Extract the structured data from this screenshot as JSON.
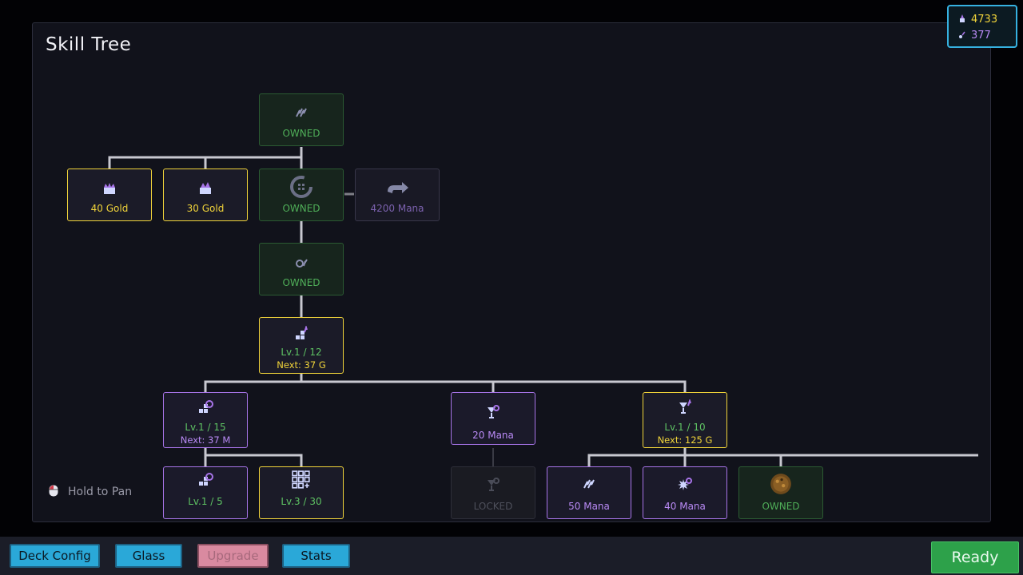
{
  "panel": {
    "title": "Skill Tree"
  },
  "currency": {
    "gold": "4733",
    "mana": "377"
  },
  "hint": {
    "text": "Hold to Pan"
  },
  "nodes": {
    "root": {
      "l1": "OWNED"
    },
    "n_40gold": {
      "l1": "40 Gold"
    },
    "n_30gold": {
      "l1": "30 Gold"
    },
    "n_refresh": {
      "l1": "OWNED"
    },
    "n_4200mana": {
      "l1": "4200 Mana"
    },
    "n_owned3": {
      "l1": "OWNED"
    },
    "n_lv12": {
      "l1": "Lv.1 / 12",
      "l2": "Next: 37 G"
    },
    "n_lv15": {
      "l1": "Lv.1 / 15",
      "l2": "Next: 37 M"
    },
    "n_20mana": {
      "l1": "20 Mana"
    },
    "n_lv10": {
      "l1": "Lv.1 / 10",
      "l2": "Next: 125 G"
    },
    "n_lv5": {
      "l1": "Lv.1 / 5"
    },
    "n_lv30": {
      "l1": "Lv.3 / 30"
    },
    "n_locked": {
      "l1": "LOCKED"
    },
    "n_50mana": {
      "l1": "50 Mana"
    },
    "n_40mana": {
      "l1": "40 Mana"
    },
    "n_owned4": {
      "l1": "OWNED"
    }
  },
  "toolbar": {
    "deck_config": "Deck Config",
    "glass": "Glass",
    "upgrade": "Upgrade",
    "stats": "Stats",
    "ready": "Ready"
  },
  "icons": {
    "gold": "coin-icon",
    "mana": "mana-drop-icon",
    "mouse": "mouse-icon"
  }
}
